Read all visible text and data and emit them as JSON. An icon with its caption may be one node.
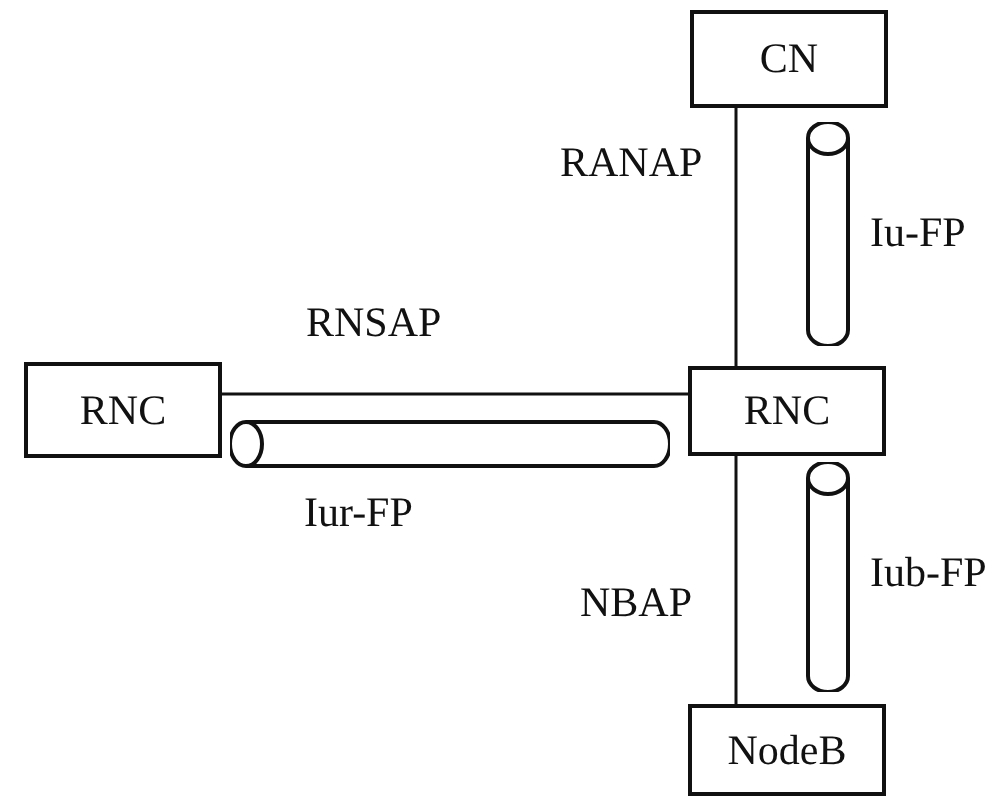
{
  "diagram": {
    "nodes": [
      {
        "text": [
          "CN"
        ]
      },
      {
        "text": [
          "RNC"
        ]
      },
      {
        "text": [
          "RNC"
        ]
      },
      {
        "text": [
          "NodeB"
        ]
      },
      {
        "text": [],
        "shape": "cylinder",
        "beside": [
          "Iu-FP"
        ]
      },
      {
        "text": [],
        "shape": "cylinder",
        "beside": [
          "Iur-FP"
        ]
      },
      {
        "text": [],
        "shape": "cylinder",
        "beside": [
          "Iub-FP"
        ]
      }
    ],
    "edges": [
      {
        "from": 0,
        "to": 2,
        "arrow": "none",
        "label": "RANAP"
      },
      {
        "from": 1,
        "to": 2,
        "arrow": "none",
        "label": "RNSAP"
      },
      {
        "from": 2,
        "to": 3,
        "arrow": "none",
        "label": "NBAP"
      }
    ]
  }
}
